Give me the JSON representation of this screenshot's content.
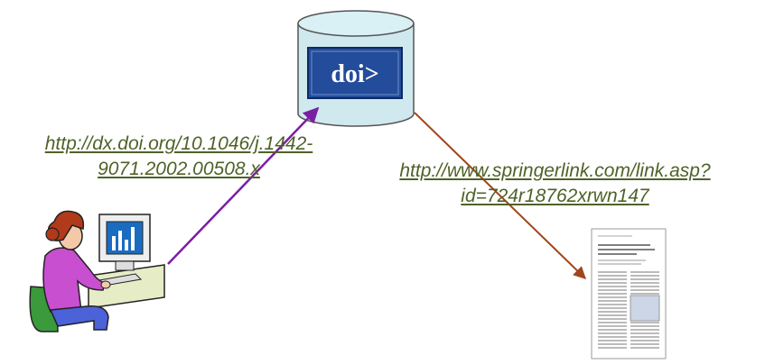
{
  "server": {
    "logo_text": "doi>"
  },
  "links": {
    "doi_url": {
      "line1": "http://dx.doi.org/10.1046/j.1442-",
      "line2": "9071.2002.00508.x"
    },
    "springer_url": {
      "line1": "http://www.springerlink.com/link.asp?",
      "line2": "id=724r18762xrwn147"
    }
  },
  "icons": {
    "user": "user-at-computer-icon",
    "server": "database-server-icon",
    "document": "paper-document-icon"
  },
  "colors": {
    "url_text": "#4f6228",
    "arrow_request": "#7b1fa2",
    "arrow_redirect": "#a0461c",
    "cylinder_fill": "#cfe9ee",
    "logo_bg": "#234c9a"
  }
}
